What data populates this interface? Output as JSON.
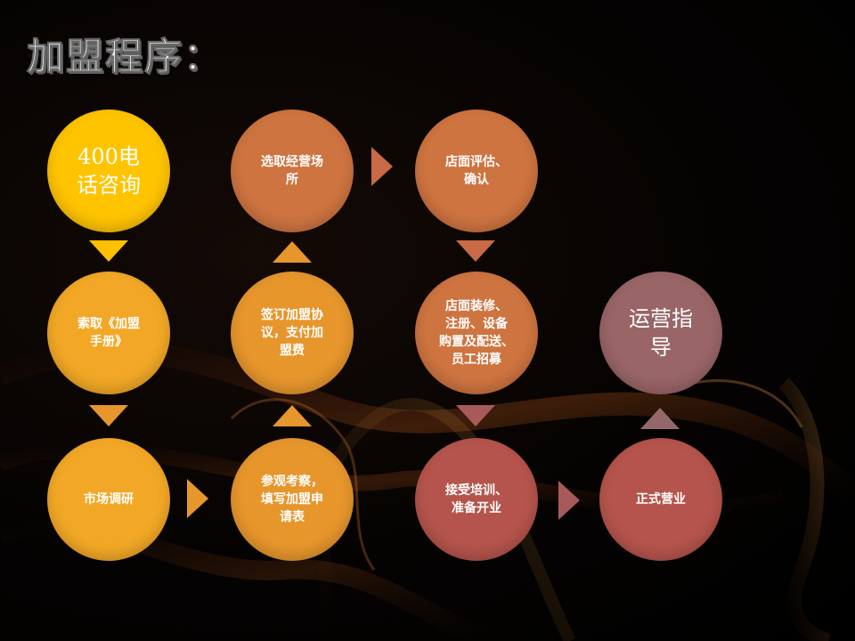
{
  "title": "加盟程序：",
  "colors": {
    "yellow": "#ffc400",
    "amber": "#f2a826",
    "orange": "#e7962c",
    "coral": "#ce7440",
    "rose": "#b5544c",
    "mauve": "#996567",
    "arrow_yellow": "#ffc000",
    "arrow_orange": "#e7962c",
    "arrow_coral": "#c86a45",
    "arrow_rose": "#a85a5a",
    "arrow_mauve": "#94686a"
  },
  "nodes": {
    "hotline": "400电\n话咨询",
    "get_manual": "索取《加盟\n手册》",
    "market_research": "市场调研",
    "visit_apply": "参观考察，\n填写加盟申\n请表",
    "sign_agreement": "签订加盟协\n议，支付加\n盟费",
    "select_site": "选取经营场\n所",
    "evaluate_store": "店面评估、\n确认",
    "renovation": "店面装修、\n注册、设备\n购置及配送、\n员工招募",
    "training": "接受培训、\n准备开业",
    "open_business": "正式营业",
    "operation_guidance": "运营指\n导"
  }
}
